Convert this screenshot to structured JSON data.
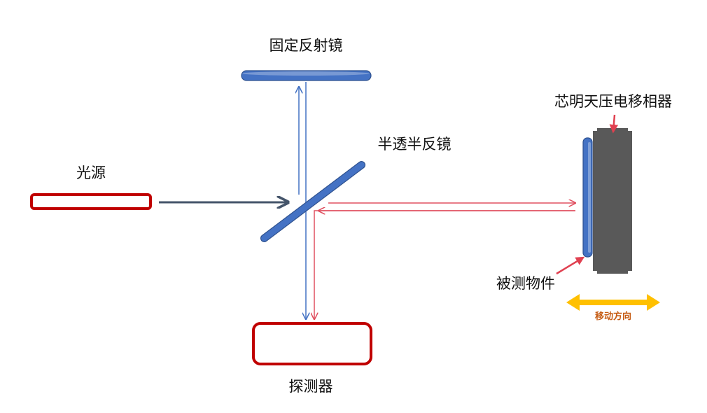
{
  "labels": {
    "fixed_mirror": "固定反射镜",
    "beam_splitter": "半透半反镜",
    "light_source": "光源",
    "camera": "芯明天压电移相器",
    "test_object": "被测物件",
    "detector": "探测器",
    "move_direction": "移动方向"
  },
  "colors": {
    "optic_blue": "#4472C4",
    "optic_edge": "#2F528F",
    "beam_blue": "#4472C4",
    "beam_red": "#E05060",
    "source_red": "#C00000",
    "input_beam": "#44546A",
    "camera_body": "#595959",
    "pointer_red": "#E04050",
    "direction_orange": "#FFC000",
    "direction_text": "#C55A11"
  },
  "icons": {
    "move_direction": "double-headed-arrow-icon",
    "label_pointer": "pointer-arrow-icon"
  }
}
